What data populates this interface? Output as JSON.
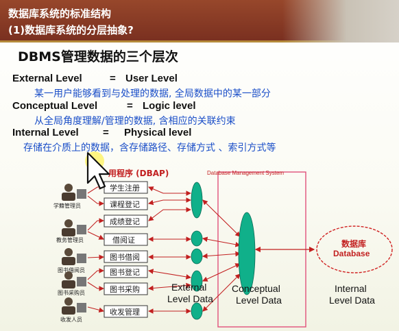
{
  "header": {
    "line1": "数据库系统的标准结构",
    "line2": "(1)数据库系统的分层抽象?"
  },
  "heading": "DBMS管理数据的三个层次",
  "levels": [
    {
      "name": "External Level",
      "eq": "=",
      "alias": "User Level",
      "desc": "某一用户能够看到与处理的数据, 全局数据中的某一部分"
    },
    {
      "name": "Conceptual Level",
      "eq": "=",
      "alias": "Logic level",
      "desc": "从全局角度理解/管理的数据, 含相应的关联约束"
    },
    {
      "name": "Internal Level",
      "eq": "=",
      "alias": "Physical level",
      "desc": "存储在介质上的数据，含存储路径、存储方式 、索引方式等"
    }
  ],
  "diagram": {
    "app_title": "用程序 (DBAP)",
    "dbms_title": "Database Management System",
    "apps": [
      "学生注册",
      "课程登记",
      "成绩登记",
      "借阅证",
      "图书借阅",
      "图书登记",
      "图书采购",
      "收发管理"
    ],
    "users": [
      "学籍管理员",
      "教务管理员",
      "图书借阅员",
      "图书采购员",
      "收发人员"
    ],
    "database_cn": "数据库",
    "database_en": "Database",
    "external_label": [
      "External",
      "Level Data"
    ],
    "conceptual_label": [
      "Conceptual",
      "Level Data"
    ],
    "internal_label": [
      "Internal",
      "Level Data"
    ]
  },
  "colors": {
    "header_bg": "#8a3a24",
    "desc_text": "#1a4ec8",
    "ellipse_fill": "#10b08a",
    "dbms_border": "#e0507a",
    "arrow": "#c22020",
    "database_circle": "#d02020"
  }
}
